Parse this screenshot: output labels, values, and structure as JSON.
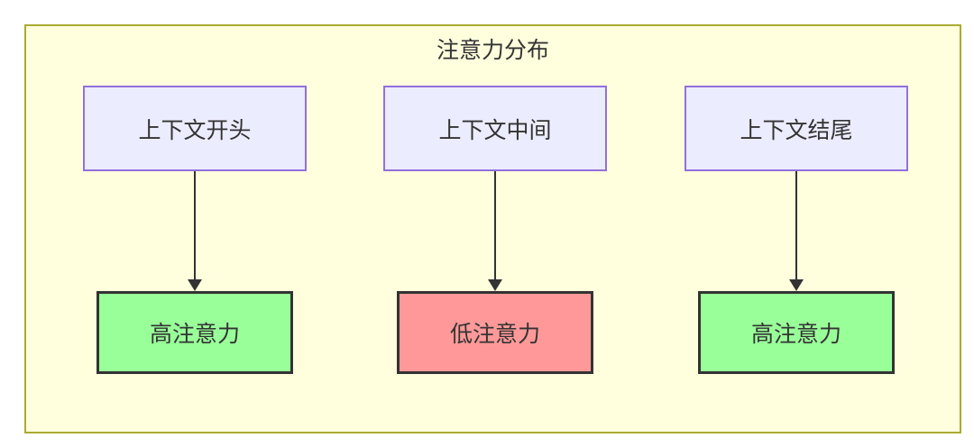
{
  "diagram": {
    "type": "flowchart",
    "title": "注意力分布",
    "columns": [
      {
        "source": "上下文开头",
        "target": "高注意力",
        "level": "high"
      },
      {
        "source": "上下文中间",
        "target": "低注意力",
        "level": "low"
      },
      {
        "source": "上下文结尾",
        "target": "高注意力",
        "level": "high"
      }
    ],
    "colors": {
      "container_fill": "#ffffde",
      "container_border": "#aaaa33",
      "source_fill": "#ECECFF",
      "source_border": "#9370DB",
      "target_high_fill": "#99ff99",
      "target_low_fill": "#ff9999",
      "target_border": "#333333",
      "text": "#333333",
      "edge": "#333333"
    }
  }
}
